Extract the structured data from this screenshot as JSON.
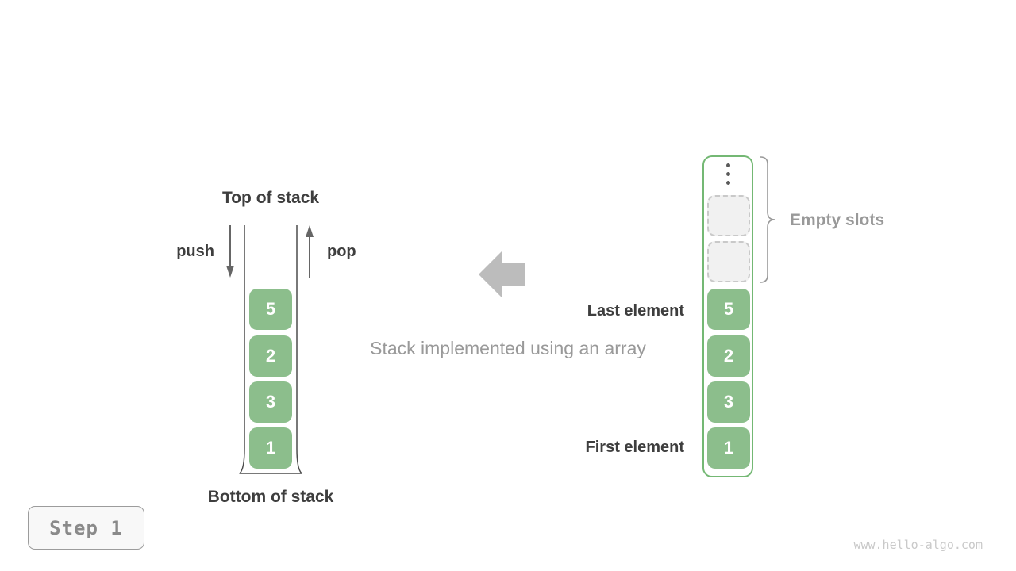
{
  "stack_diagram": {
    "top_label": "Top of stack",
    "bottom_label": "Bottom of stack",
    "push_label": "push",
    "pop_label": "pop",
    "elements": [
      "5",
      "2",
      "3",
      "1"
    ]
  },
  "array_diagram": {
    "empty_slots_label": "Empty slots",
    "last_element_label": "Last element",
    "first_element_label": "First element",
    "empty_slot_count": 2,
    "elements": [
      "5",
      "2",
      "3",
      "1"
    ]
  },
  "caption": "Stack implemented using an array",
  "step_badge": {
    "label": "Step 1"
  },
  "watermark": "www.hello-algo.com",
  "icons": {
    "push_arrow": "arrow-down",
    "pop_arrow": "arrow-up",
    "transform_arrow": "arrow-left",
    "ellipsis": "vertical-ellipsis",
    "brace": "curly-brace-right"
  },
  "colors": {
    "cell_green": "#8cbe8c",
    "array_border_green": "#74b874",
    "beaker_wall": "#4d4d4d",
    "dark_text": "#3e3e3e",
    "muted_text": "#999999",
    "big_arrow_gray": "#bcbcbc",
    "small_arrow_gray": "#666666",
    "empty_slot_fill": "#f1f1f1",
    "empty_slot_border": "#c9c9c9",
    "badge_text": "#8a8a8a",
    "watermark_text": "#c9c9c9"
  }
}
